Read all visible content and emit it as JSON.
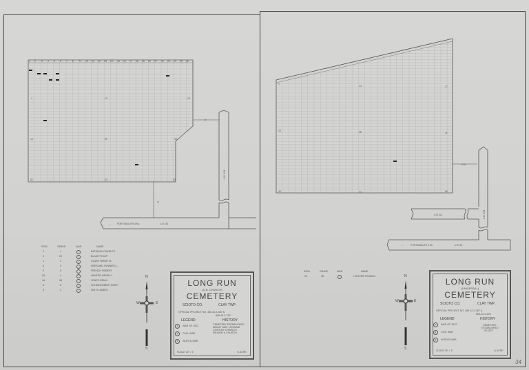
{
  "document": {
    "type": "cemetery plat map sheet",
    "page_number": "34"
  },
  "left_plat": {
    "column_numbers": [
      "1",
      "2",
      "3",
      "4",
      "5",
      "6",
      "7",
      "8",
      "9",
      "10",
      "11",
      "12",
      "13",
      "14",
      "15",
      "16",
      "17",
      "18",
      "19",
      "20",
      "21",
      "22",
      "23",
      "24",
      "25",
      "26"
    ],
    "grid_section_labels": [
      "1",
      "13",
      "26",
      "14",
      "39",
      "40",
      "52",
      "53"
    ],
    "road_labels": {
      "state_route": "S.R. 139",
      "highway": "U.S. 52",
      "direction": "PORTSMOUTH 3 MI."
    },
    "burial_table": {
      "headers": [
        "ROW",
        "GRAVE",
        "WAR",
        "NAME"
      ],
      "rows": [
        {
          "row": "4",
          "grave": "1",
          "war": "2",
          "name": "BATEMAN  CHARLES"
        },
        {
          "row": "6",
          "grave": "20",
          "war": "2",
          "name": "BLAKE  PHILIP"
        },
        {
          "row": "1",
          "grave": "4",
          "war": "2",
          "name": "CLARK  HENRY M."
        },
        {
          "row": "6",
          "grave": "3",
          "war": "2",
          "name": "EBERLING  HOWARD L."
        },
        {
          "row": "3",
          "grave": "6",
          "war": "2",
          "name": "FRENCH  ROBERT"
        },
        {
          "row": "26",
          "grave": "4",
          "war": "2",
          "name": "HUNTER  HENRY L."
        },
        {
          "row": "18",
          "grave": "38",
          "war": "2",
          "name": "JONES  URIAH"
        },
        {
          "row": "6",
          "grave": "5",
          "war": "2",
          "name": "SCHMEINEBER  HENRY"
        },
        {
          "row": "5",
          "grave": "3",
          "war": "2",
          "name": "SMITH  JAMES"
        }
      ]
    },
    "title_block": {
      "line1": "LONG RUN",
      "subtitle": "(U.B. CHURCH)",
      "line2": "CEMETERY",
      "county": "SCIOTO CO.",
      "township": "CLAY TWP.",
      "project": "OFFICIAL PROJECT NO. 465-42-3-487 &",
      "project2": "665-42-3-232",
      "legend_title": "LEGEND",
      "history_title": "HISTORY",
      "legend_items": [
        {
          "symbol": "1",
          "label": "WAR OF 1812"
        },
        {
          "symbol": "2",
          "label": "CIVIL WAR"
        },
        {
          "symbol": "3",
          "label": "WORLD WAR"
        }
      ],
      "history_text": [
        "CEMETERY ESTABLISHED",
        "ABOUT 1820. GROUND",
        "GIVEN BY CHARLES",
        "WEIMER & CHURCH."
      ],
      "scale": "SCALE 20' = 1\"",
      "area": "¾ ACRE"
    },
    "compass": {
      "n": "N",
      "s": "S",
      "e": "E",
      "w": "W"
    }
  },
  "right_plat": {
    "grid_section_labels": [
      "1",
      "14",
      "27",
      "15",
      "28",
      "41",
      "40",
      "53",
      "66"
    ],
    "road_labels": {
      "county_road": "C.R. 64",
      "state_route": "S.R. 139",
      "highway": "U.S. 52",
      "direction": "PORTSMOUTH 3 MI.",
      "distance": "5 M."
    },
    "burial_table": {
      "headers": [
        "ROW",
        "GRAVE",
        "WAR",
        "NAME"
      ],
      "rows": [
        {
          "row": "33",
          "grave": "38",
          "war": "2",
          "name": "HOOVER  THOMAS"
        }
      ]
    },
    "title_block": {
      "line1": "LONG RUN",
      "subtitle": "(UNIVERSAL)",
      "line2": "CEMETERY",
      "county": "SCIOTO CO.",
      "township": "CLAY TWP.",
      "project": "OFFICIAL PROJECT NO. 465-42-3-487 &",
      "project2": "665-42-3-232",
      "legend_title": "LEGEND",
      "history_title": "HISTORY",
      "legend_items": [
        {
          "symbol": "1",
          "label": "WAR OF 1812"
        },
        {
          "symbol": "2",
          "label": "CIVIL WAR"
        },
        {
          "symbol": "3",
          "label": "WORLD WAR"
        }
      ],
      "history_text": [
        "CEMETERY",
        "ESTABLISHED",
        "IN 1870"
      ],
      "scale": "SCALE 20' = 1\"",
      "area": "¾ ACRE"
    },
    "compass": {
      "n": "N",
      "s": "S",
      "e": "E",
      "w": "W"
    }
  }
}
